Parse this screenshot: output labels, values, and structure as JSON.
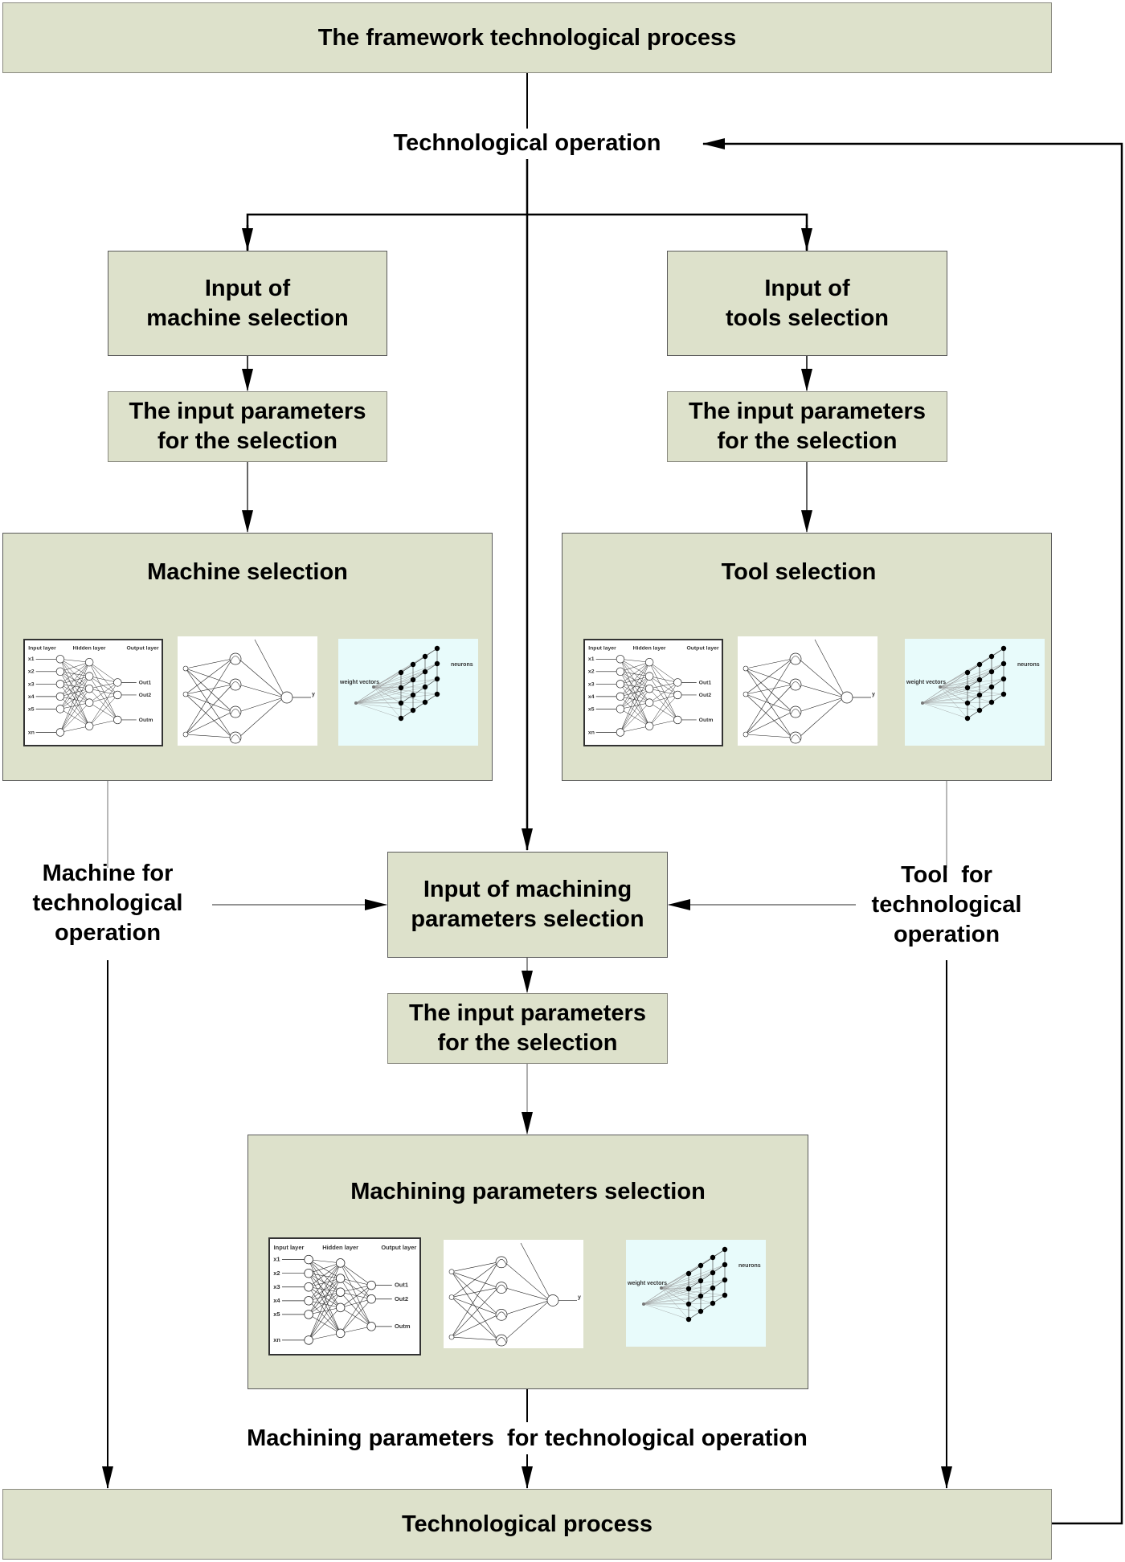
{
  "diagram": {
    "top_box": "The framework technological process",
    "tech_operation_label": "Technological operation",
    "machine_branch": {
      "input_box": "Input of\nmachine selection",
      "params_box": "The input parameters\nfor the selection",
      "selection_title": "Machine selection",
      "output_label": "Machine for\ntechnological\noperation"
    },
    "tool_branch": {
      "input_box": "Input of\ntools selection",
      "params_box": "The input parameters\nfor the selection",
      "selection_title": "Tool selection",
      "output_label": "Tool  for\ntechnological\noperation"
    },
    "machining_branch": {
      "input_box": "Input of machining\nparameters selection",
      "params_box": "The input parameters\nfor the selection",
      "selection_title": "Machining parameters selection",
      "output_label": "Machining parameters  for technological operation"
    },
    "bottom_box": "Technological process",
    "nn_figures": {
      "mlp": {
        "layer_labels": [
          "Input layer",
          "Hidden layer",
          "Output layer"
        ],
        "inputs": [
          "x1",
          "x2",
          "x3",
          "x4",
          "x5",
          "xn"
        ],
        "outputs": [
          "Out1",
          "Out2",
          "Outm"
        ]
      },
      "rbf": {
        "output": "y"
      },
      "som": {
        "labels": [
          "weight vectors",
          "neurons"
        ]
      }
    },
    "colors": {
      "box_fill": "#dde1cb",
      "box_border": "#5a5a5a",
      "line": "#000000",
      "som_background": "#e8fbfb"
    }
  }
}
